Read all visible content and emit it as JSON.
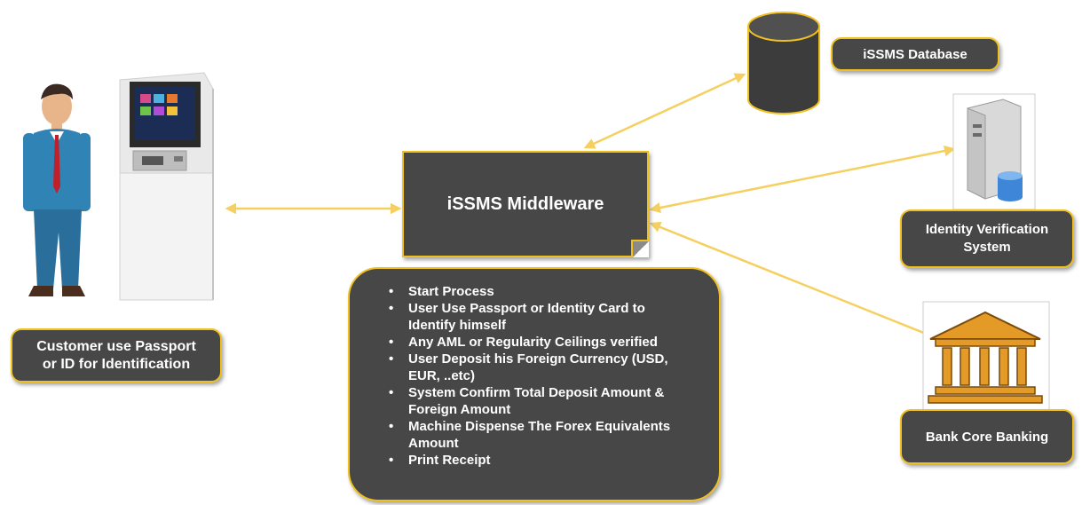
{
  "diagram": {
    "middleware": {
      "label": "iSSMS Middleware"
    },
    "database": {
      "label": "iSSMS Database"
    },
    "identity_verification": {
      "label_line1": "Identity Verification",
      "label_line2": "System"
    },
    "core_banking": {
      "label": "Bank Core Banking"
    },
    "customer": {
      "label_line1": "Customer use Passport",
      "label_line2": "or ID for Identification"
    },
    "process_steps": [
      {
        "lines": [
          "Start Process"
        ]
      },
      {
        "lines": [
          "User Use Passport or Identity Card to",
          "Identify himself"
        ]
      },
      {
        "lines": [
          "Any AML or Regularity Ceilings verified"
        ]
      },
      {
        "lines": [
          "User Deposit his Foreign Currency (USD,",
          "EUR, ..etc)"
        ]
      },
      {
        "lines": [
          "System Confirm Total Deposit Amount &",
          "Foreign Amount"
        ]
      },
      {
        "lines": [
          "Machine Dispense The Forex Equivalents",
          "Amount"
        ]
      },
      {
        "lines": [
          "Print Receipt"
        ]
      }
    ],
    "icons": [
      "customer-person-icon",
      "atm-machine-icon",
      "database-cylinder-icon",
      "server-icon",
      "bank-building-icon"
    ],
    "colors": {
      "box_fill": "#474747",
      "box_border": "#f0c020",
      "arrow": "#f5d060",
      "text": "#ffffff"
    }
  }
}
